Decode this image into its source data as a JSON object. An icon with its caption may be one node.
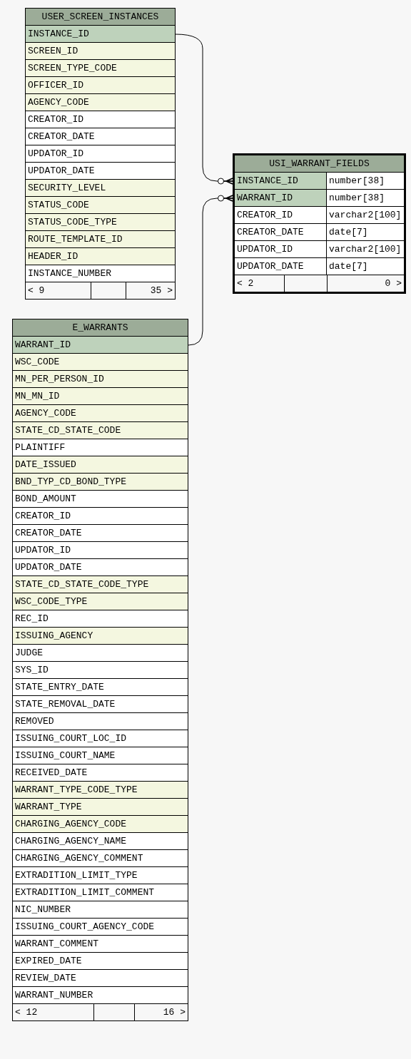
{
  "diagram": {
    "nodes": [
      {
        "text": [
          "USER_SCREEN_INSTANCES"
        ]
      },
      {
        "text": [
          "INSTANCE_ID"
        ],
        "in": 0
      },
      {
        "text": [
          "SCREEN_ID"
        ],
        "in": 0
      },
      {
        "text": [
          "SCREEN_TYPE_CODE"
        ],
        "in": 0
      },
      {
        "text": [
          "OFFICER_ID"
        ],
        "in": 0
      },
      {
        "text": [
          "AGENCY_CODE"
        ],
        "in": 0
      },
      {
        "text": [
          "CREATOR_ID"
        ],
        "in": 0
      },
      {
        "text": [
          "CREATOR_DATE"
        ],
        "in": 0
      },
      {
        "text": [
          "UPDATOR_ID"
        ],
        "in": 0
      },
      {
        "text": [
          "UPDATOR_DATE"
        ],
        "in": 0
      },
      {
        "text": [
          "SECURITY_LEVEL"
        ],
        "in": 0
      },
      {
        "text": [
          "STATUS_CODE"
        ],
        "in": 0
      },
      {
        "text": [
          "STATUS_CODE_TYPE"
        ],
        "in": 0
      },
      {
        "text": [
          "ROUTE_TEMPLATE_ID"
        ],
        "in": 0
      },
      {
        "text": [
          "HEADER_ID"
        ],
        "in": 0
      },
      {
        "text": [
          "INSTANCE_NUMBER"
        ],
        "in": 0
      },
      {
        "text": [
          "< 9",
          "35 >"
        ],
        "in": 0
      },
      {
        "text": [
          "USI_WARRANT_FIELDS"
        ]
      },
      {
        "text": [
          "INSTANCE_ID",
          "number[38]"
        ],
        "in": 17
      },
      {
        "text": [
          "WARRANT_ID",
          "number[38]"
        ],
        "in": 17
      },
      {
        "text": [
          "CREATOR_ID",
          "varchar2[100]"
        ],
        "in": 17
      },
      {
        "text": [
          "CREATOR_DATE",
          "date[7]"
        ],
        "in": 17
      },
      {
        "text": [
          "UPDATOR_ID",
          "varchar2[100]"
        ],
        "in": 17
      },
      {
        "text": [
          "UPDATOR_DATE",
          "date[7]"
        ],
        "in": 17
      },
      {
        "text": [
          "< 2",
          "0 >"
        ],
        "in": 17
      },
      {
        "text": [
          "E_WARRANTS"
        ]
      },
      {
        "text": [
          "WARRANT_ID"
        ],
        "in": 25
      },
      {
        "text": [
          "WSC_CODE"
        ],
        "in": 25
      },
      {
        "text": [
          "MN_PER_PERSON_ID"
        ],
        "in": 25
      },
      {
        "text": [
          "MN_MN_ID"
        ],
        "in": 25
      },
      {
        "text": [
          "AGENCY_CODE"
        ],
        "in": 25
      },
      {
        "text": [
          "STATE_CD_STATE_CODE"
        ],
        "in": 25
      },
      {
        "text": [
          "PLAINTIFF"
        ],
        "in": 25
      },
      {
        "text": [
          "DATE_ISSUED"
        ],
        "in": 25
      },
      {
        "text": [
          "BND_TYP_CD_BOND_TYPE"
        ],
        "in": 25
      },
      {
        "text": [
          "BOND_AMOUNT"
        ],
        "in": 25
      },
      {
        "text": [
          "CREATOR_ID"
        ],
        "in": 25
      },
      {
        "text": [
          "CREATOR_DATE"
        ],
        "in": 25
      },
      {
        "text": [
          "UPDATOR_ID"
        ],
        "in": 25
      },
      {
        "text": [
          "UPDATOR_DATE"
        ],
        "in": 25
      },
      {
        "text": [
          "STATE_CD_STATE_CODE_TYPE"
        ],
        "in": 25
      },
      {
        "text": [
          "WSC_CODE_TYPE"
        ],
        "in": 25
      },
      {
        "text": [
          "REC_ID"
        ],
        "in": 25
      },
      {
        "text": [
          "ISSUING_AGENCY"
        ],
        "in": 25
      },
      {
        "text": [
          "JUDGE"
        ],
        "in": 25
      },
      {
        "text": [
          "SYS_ID"
        ],
        "in": 25
      },
      {
        "text": [
          "STATE_ENTRY_DATE"
        ],
        "in": 25
      },
      {
        "text": [
          "STATE_REMOVAL_DATE"
        ],
        "in": 25
      },
      {
        "text": [
          "REMOVED"
        ],
        "in": 25
      },
      {
        "text": [
          "ISSUING_COURT_LOC_ID"
        ],
        "in": 25
      },
      {
        "text": [
          "ISSUING_COURT_NAME"
        ],
        "in": 25
      },
      {
        "text": [
          "RECEIVED_DATE"
        ],
        "in": 25
      },
      {
        "text": [
          "WARRANT_TYPE_CODE_TYPE"
        ],
        "in": 25
      },
      {
        "text": [
          "WARRANT_TYPE"
        ],
        "in": 25
      },
      {
        "text": [
          "CHARGING_AGENCY_CODE"
        ],
        "in": 25
      },
      {
        "text": [
          "CHARGING_AGENCY_NAME"
        ],
        "in": 25
      },
      {
        "text": [
          "CHARGING_AGENCY_COMMENT"
        ],
        "in": 25
      },
      {
        "text": [
          "EXTRADITION_LIMIT_TYPE"
        ],
        "in": 25
      },
      {
        "text": [
          "EXTRADITION_LIMIT_COMMENT"
        ],
        "in": 25
      },
      {
        "text": [
          "NIC_NUMBER"
        ],
        "in": 25
      },
      {
        "text": [
          "ISSUING_COURT_AGENCY_CODE"
        ],
        "in": 25
      },
      {
        "text": [
          "WARRANT_COMMENT"
        ],
        "in": 25
      },
      {
        "text": [
          "EXPIRED_DATE"
        ],
        "in": 25
      },
      {
        "text": [
          "REVIEW_DATE"
        ],
        "in": 25
      },
      {
        "text": [
          "WARRANT_NUMBER"
        ],
        "in": 25
      },
      {
        "text": [
          "< 12",
          "16 >"
        ],
        "in": 25
      }
    ],
    "edges": [
      {
        "from": 1,
        "to": 18,
        "arrow": "other"
      },
      {
        "from": 26,
        "to": 19,
        "arrow": "other"
      }
    ]
  }
}
